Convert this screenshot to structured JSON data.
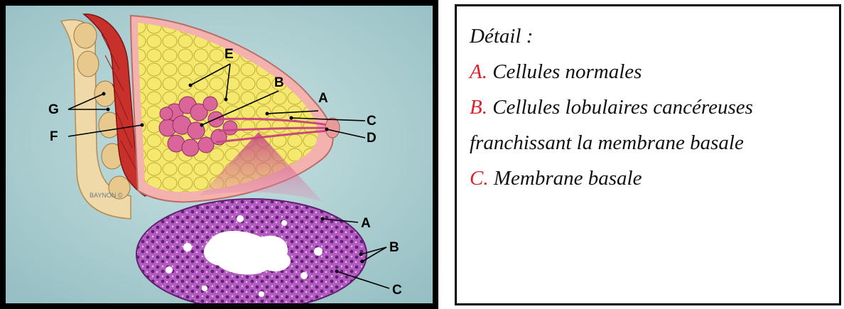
{
  "illustration": {
    "labels": {
      "A": "A",
      "B": "B",
      "C": "C",
      "D": "D",
      "E": "E",
      "F": "F",
      "G": "G"
    },
    "inset_labels": {
      "A": "A",
      "B": "B",
      "C": "C"
    },
    "credit": "BAYNON ©"
  },
  "legend": {
    "title": "Détail :",
    "items": [
      {
        "letter": "A.",
        "text": " Cellules normales"
      },
      {
        "letter": "B.",
        "text": " Cellules lobulaires cancéreuses"
      },
      {
        "letter": "",
        "text": "franchissant la membrane basale"
      },
      {
        "letter": "C.",
        "text": " Membrane basale"
      }
    ]
  },
  "colors": {
    "panel_background": "#a9cdd0",
    "fat_yellow": "#f2e46a",
    "muscle_red": "#c8302b",
    "skin_pink": "#f3b2ae",
    "lobule_pink": "#d9659b",
    "cell_purple": "#a54fb3",
    "legend_letter_red": "#d8232a"
  }
}
